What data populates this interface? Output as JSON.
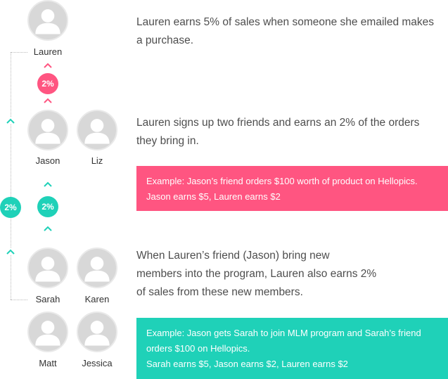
{
  "people": {
    "lauren": "Lauren",
    "jason": "Jason",
    "liz": "Liz",
    "sarah": "Sarah",
    "karen": "Karen",
    "matt": "Matt",
    "jessica": "Jessica"
  },
  "badges": {
    "lauren_rate": "2%",
    "jason_rate": "2%",
    "side_rate": "2%"
  },
  "descriptions": {
    "level1": "Lauren earns 5% of sales when someone she emailed makes a purchase.",
    "level2": "Lauren signs up two friends and earns an 2% of the orders they bring in.",
    "level3_line1": "When Lauren’s friend (Jason) bring new",
    "level3_line2": "members into the program, Lauren also earns 2%",
    "level3_line3": "of sales from these new members."
  },
  "examples": {
    "pink_line1": "Example: Jason’s friend orders $100 worth of product on Hellopics.",
    "pink_line2": "Jason earns $5, Lauren earns $2",
    "teal_line1": "Example: Jason gets Sarah to join MLM program and Sarah’s friend",
    "teal_line2": "orders $100 on Hellopics.",
    "teal_line3": "Sarah earns $5, Jason earns $2, Lauren earns $2"
  },
  "colors": {
    "pink": "#ff5581",
    "teal": "#1fd1b8",
    "avatar": "#d8d8d8"
  },
  "icons": {
    "avatar": "user-silhouette-icon",
    "arrow": "chevron-up-icon"
  }
}
